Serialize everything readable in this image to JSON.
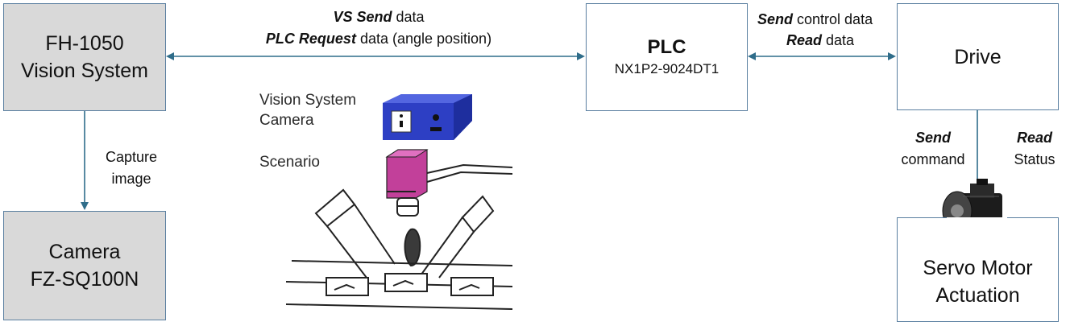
{
  "vision_system": {
    "line1": "FH-1050",
    "line2": "Vision System"
  },
  "camera": {
    "line1": "Camera",
    "line2": "FZ-SQ100N"
  },
  "plc": {
    "title": "PLC",
    "model": "NX1P2-9024DT1"
  },
  "drive": {
    "label": "Drive"
  },
  "servo": {
    "line1": "Servo Motor",
    "line2": "Actuation"
  },
  "vs_plc_link": {
    "line1_bold": "VS Send",
    "line1_rest": " data",
    "line2_bold": "PLC Request",
    "line2_rest": " data (angle position)"
  },
  "plc_drive_link": {
    "line1_bold": "Send",
    "line1_rest": " control data",
    "line2_bold": "Read",
    "line2_rest": " data"
  },
  "capture_link": {
    "line1": "Capture",
    "line2": "image"
  },
  "drive_send": {
    "bold": "Send",
    "rest": "command"
  },
  "drive_read": {
    "bold": "Read",
    "rest": "Status"
  },
  "illustration": {
    "camera_label_line1": "Vision System",
    "camera_label_line2": "Camera",
    "scenario_label": "Scenario"
  },
  "colors": {
    "box_border": "#5a7fa0",
    "arrow": "#2f6d8a",
    "gray_fill": "#d9d9d9",
    "camera_body": "#2d3fc4",
    "lens_body": "#c2409a"
  }
}
